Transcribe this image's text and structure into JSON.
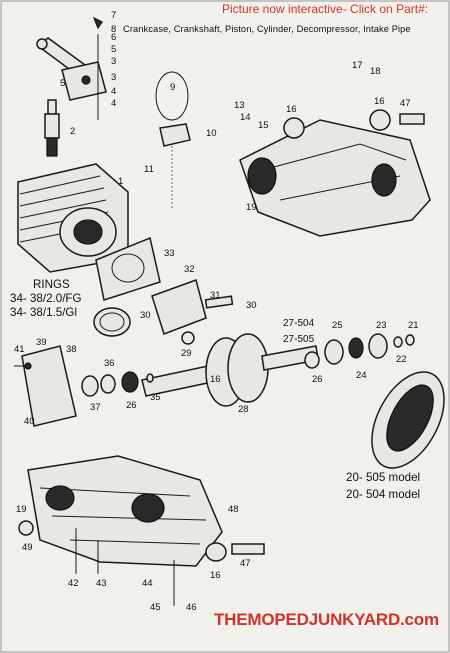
{
  "header": {
    "interactive_note": "Picture now interactive- Click on Part#:",
    "subtitle": "Crankcase, Crankshaft, Piston, Cylinder, Decompressor, Intake Pipe"
  },
  "rings": {
    "title": "RINGS",
    "line1": "34- 38/2.0/FG",
    "line2": "34- 38/1.5/Gl"
  },
  "model_labels": {
    "crank_504": "27-504",
    "crank_505": "27-505",
    "cover_505": "20- 505 model",
    "cover_504": "20- 504 model"
  },
  "footer": {
    "brand": "THEMOPEDJUNKYARD.com"
  },
  "colors": {
    "accent_red": "#d2322f",
    "ink": "#111111",
    "paper": "#f2f0ea"
  },
  "parts": [
    {
      "num": "1"
    },
    {
      "num": "2"
    },
    {
      "num": "3"
    },
    {
      "num": "3"
    },
    {
      "num": "4"
    },
    {
      "num": "4"
    },
    {
      "num": "5"
    },
    {
      "num": "5"
    },
    {
      "num": "6"
    },
    {
      "num": "7"
    },
    {
      "num": "8"
    },
    {
      "num": "9"
    },
    {
      "num": "10"
    },
    {
      "num": "11"
    },
    {
      "num": "13"
    },
    {
      "num": "14"
    },
    {
      "num": "15"
    },
    {
      "num": "16"
    },
    {
      "num": "16"
    },
    {
      "num": "16"
    },
    {
      "num": "16"
    },
    {
      "num": "17"
    },
    {
      "num": "18"
    },
    {
      "num": "19"
    },
    {
      "num": "19"
    },
    {
      "num": "21"
    },
    {
      "num": "22"
    },
    {
      "num": "23"
    },
    {
      "num": "24"
    },
    {
      "num": "25"
    },
    {
      "num": "26"
    },
    {
      "num": "26"
    },
    {
      "num": "28"
    },
    {
      "num": "29"
    },
    {
      "num": "30"
    },
    {
      "num": "30"
    },
    {
      "num": "31"
    },
    {
      "num": "32"
    },
    {
      "num": "33"
    },
    {
      "num": "35"
    },
    {
      "num": "36"
    },
    {
      "num": "37"
    },
    {
      "num": "38"
    },
    {
      "num": "39"
    },
    {
      "num": "40"
    },
    {
      "num": "41"
    },
    {
      "num": "42"
    },
    {
      "num": "43"
    },
    {
      "num": "44"
    },
    {
      "num": "45"
    },
    {
      "num": "46"
    },
    {
      "num": "47"
    },
    {
      "num": "47"
    },
    {
      "num": "48"
    },
    {
      "num": "49"
    }
  ]
}
